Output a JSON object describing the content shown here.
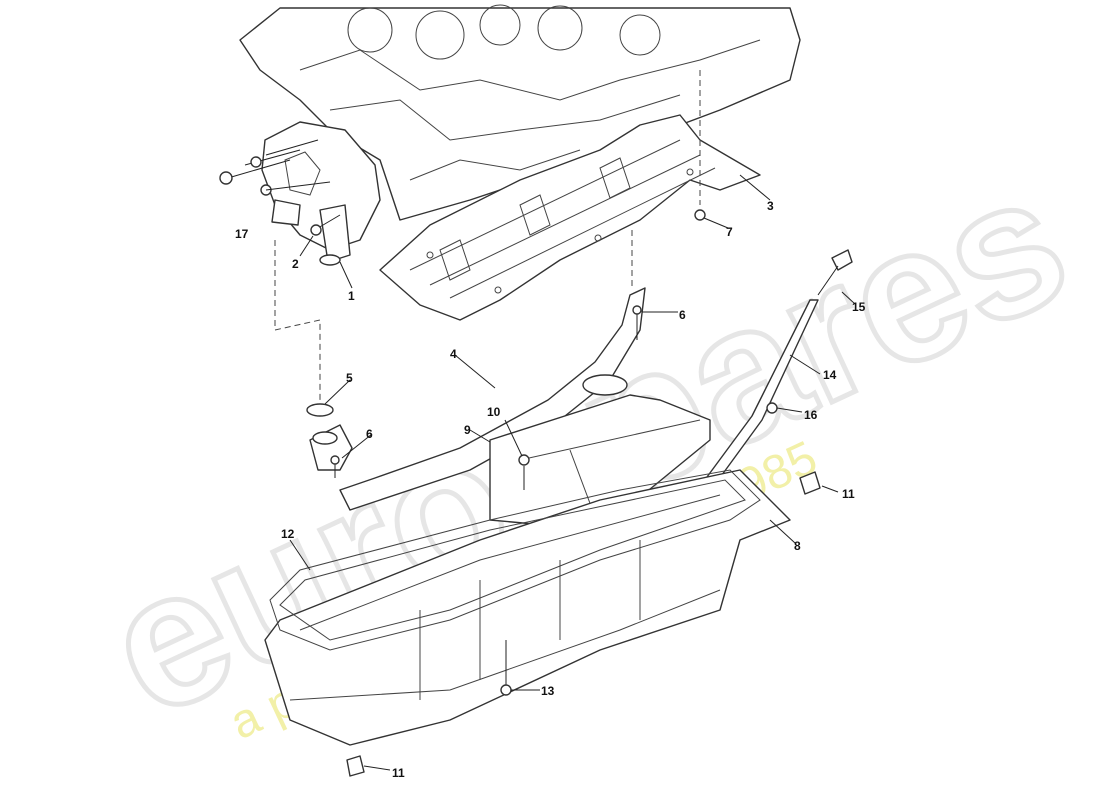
{
  "callouts": [
    "1",
    "2",
    "3",
    "4",
    "5",
    "6",
    "6",
    "7",
    "8",
    "9",
    "10",
    "11",
    "11",
    "12",
    "13",
    "14",
    "15",
    "16",
    "17"
  ],
  "watermark": {
    "brand": "eurospares",
    "tagline": "a passion for parts since 1985"
  }
}
